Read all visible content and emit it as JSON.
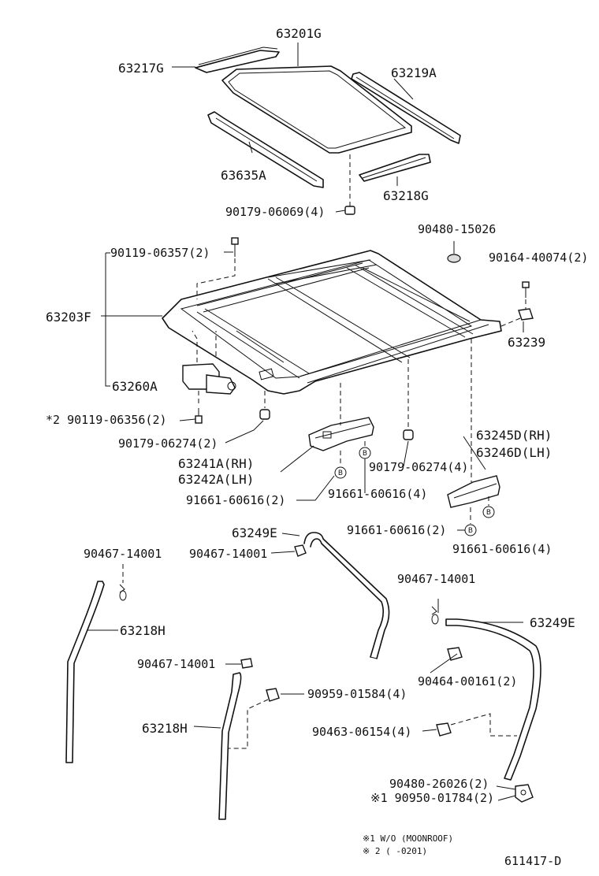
{
  "labels": {
    "p63201G": "63201G",
    "p63217G": "63217G",
    "p63219A": "63219A",
    "p63635A": "63635A",
    "p63218G": "63218G",
    "p90179_06069": "90179-06069(4)",
    "p90480_15026": "90480-15026",
    "p90119_06357": "90119-06357(2)",
    "p90164_40074": "90164-40074(2)",
    "p63203F": "63203F",
    "p63239": "63239",
    "p63260A": "63260A",
    "p90119_06356": "*2 90119-06356(2)",
    "p90179_06274_a": "90179-06274(2)",
    "p63241A": "63241A(RH)",
    "p63242A": "63242A(LH)",
    "p63245D": "63245D(RH)",
    "p63246D": "63246D(LH)",
    "p90179_06274_b": "90179-06274(4)",
    "p91661_60616_a": "91661-60616(2)",
    "p91661_60616_b": "91661-60616(4)",
    "p91661_60616_c": "91661-60616(2)",
    "p91661_60616_d": "91661-60616(4)",
    "p63249E_a": "63249E",
    "p90467_14001_a": "90467-14001",
    "p90467_14001_b": "90467-14001",
    "p90467_14001_c": "90467-14001",
    "p90467_14001_d": "90467-14001",
    "p63218H_a": "63218H",
    "p63218H_b": "63218H",
    "p63249E_b": "63249E",
    "p90464_00161": "90464-00161(2)",
    "p90959_01584": "90959-01584(4)",
    "p90463_06154": "90463-06154(4)",
    "p90480_26026": "90480-26026(2)",
    "p90950_01784": "※1 90950-01784(2)"
  },
  "circle_marker": "B",
  "notes": {
    "n1": "※1 W/O  (MOONROOF)",
    "n2": "※ 2 (         -0201)"
  },
  "diagram_id": "611417-D"
}
